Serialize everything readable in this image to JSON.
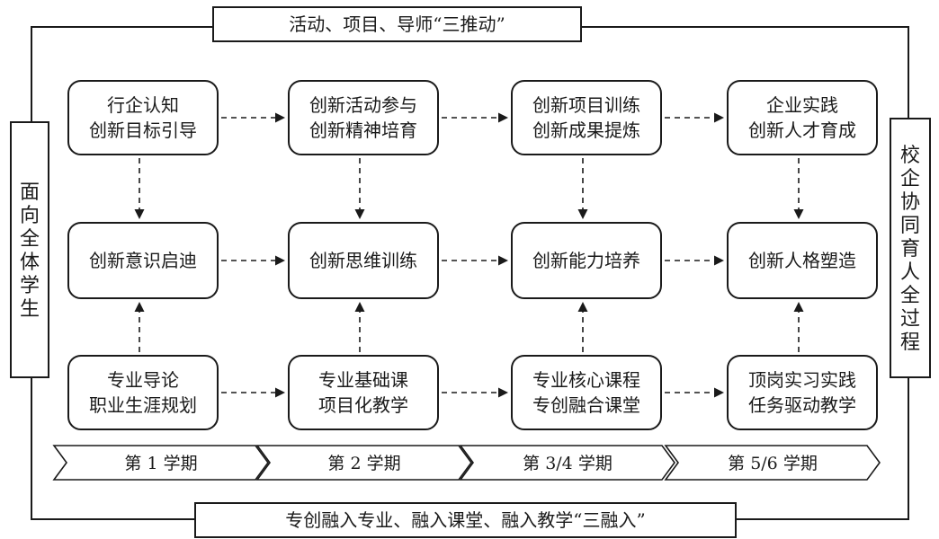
{
  "top_banner": "活动、项目、导师“三推动”",
  "bottom_banner": "专创融入专业、融入课堂、融入教学“三融入”",
  "left_side": "面向全体学生",
  "right_side": "校企协同育人全过程",
  "columns": [
    {
      "top": [
        "行企认知",
        "创新目标引导"
      ],
      "mid": [
        "创新意识启迪"
      ],
      "bottom": [
        "专业导论",
        "职业生涯规划"
      ],
      "semester": "第 1 学期"
    },
    {
      "top": [
        "创新活动参与",
        "创新精神培育"
      ],
      "mid": [
        "创新思维训练"
      ],
      "bottom": [
        "专业基础课",
        "项目化教学"
      ],
      "semester": "第 2 学期"
    },
    {
      "top": [
        "创新项目训练",
        "创新成果提炼"
      ],
      "mid": [
        "创新能力培养"
      ],
      "bottom": [
        "专业核心课程",
        "专创融合课堂"
      ],
      "semester": "第 3/4 学期"
    },
    {
      "top": [
        "企业实践",
        "创新人才育成"
      ],
      "mid": [
        "创新人格塑造"
      ],
      "bottom": [
        "顶岗实习实践",
        "任务驱动教学"
      ],
      "semester": "第 5/6 学期"
    }
  ]
}
